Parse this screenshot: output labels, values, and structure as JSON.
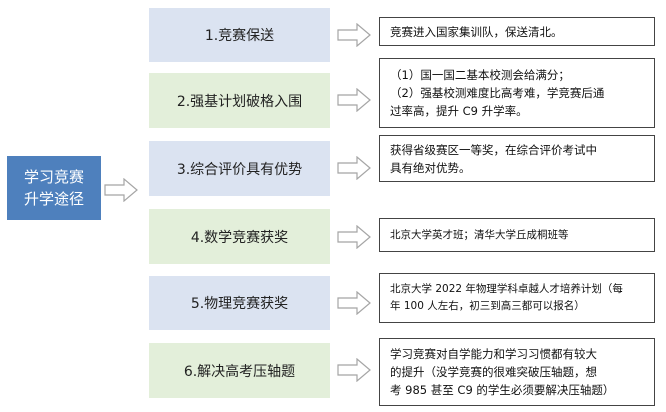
{
  "root": {
    "label_line1": "学习竞赛",
    "label_line2": "升学途径"
  },
  "items": [
    {
      "label": "1.竞赛保送",
      "desc": [
        "竞赛进入国家集训队，保送清北。"
      ]
    },
    {
      "label": "2.强基计划破格入围",
      "desc": [
        "（1）国一国二基本校测会给满分；",
        "（2）强基校测难度比高考难，学竞赛后通",
        "过率高，提升 C9 升学率。"
      ]
    },
    {
      "label": "3.综合评价具有优势",
      "desc": [
        "获得省级赛区一等奖，在综合评价考试中",
        "具有绝对优势。"
      ]
    },
    {
      "label": "4.数学竞赛获奖",
      "desc": [
        "北京大学英才班；清华大学丘成桐班等"
      ]
    },
    {
      "label": "5.物理竞赛获奖",
      "desc": [
        "北京大学 2022 年物理学科卓越人才培养计划（每",
        "年 100 人左右，初三到高三都可以报名）"
      ]
    },
    {
      "label": "6.解决高考压轴题",
      "desc": [
        "学习竞赛对自学能力和学习习惯都有较大",
        "的提升（没学竞赛的很难突破压轴题，想",
        "考 985 甚至 C9 的学生必须要解决压轴题）"
      ]
    }
  ],
  "colors": {
    "root": "#4e80bd",
    "node_blue": "#dbe3f1",
    "node_green": "#e3efda",
    "arrow_stroke": "#a5a5a5"
  }
}
